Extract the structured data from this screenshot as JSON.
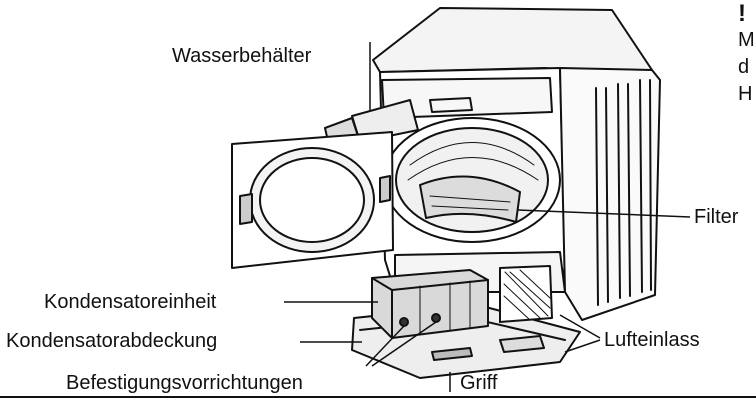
{
  "labels": {
    "wasserbehaelter": "Wasserbehälter",
    "filter": "Filter",
    "kondensatoreinheit": "Kondensatoreinheit",
    "kondensatorabdeckung": "Kondensatorabdeckung",
    "lufteinlass": "Lufteinlass",
    "befestigung": "Befestigungsvorrichtungen",
    "griff": "Griff"
  },
  "side_note": {
    "mark": "!",
    "line1": "M",
    "line2": "d",
    "line3": "H"
  }
}
